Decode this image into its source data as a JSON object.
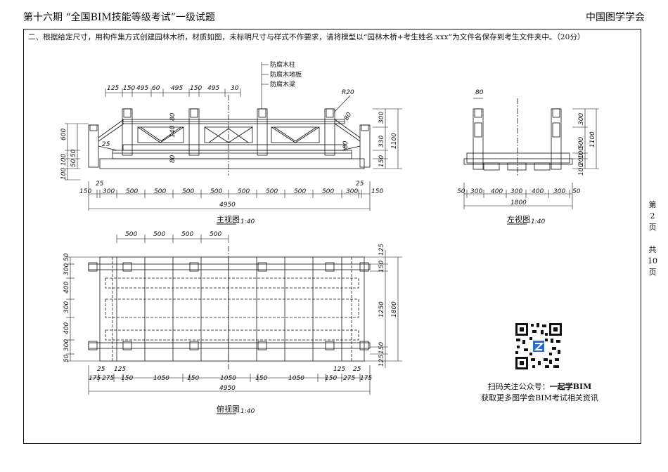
{
  "header": {
    "left": "第十六期  “全国BIM技能等级考试”一级试题",
    "right": "中国图学学会"
  },
  "question": "二、根据给定尺寸，用构件集方式创建园林木桥，材质如图，未标明尺寸与样式不作要求，请将模型以“园林木桥+考生姓名.xxx”为文件名保存到考生文件夹中。（20分）",
  "side_page": {
    "chars": [
      "第",
      "2",
      "页",
      "",
      "共",
      "10",
      "页"
    ]
  },
  "views": {
    "front": {
      "title": "主视图",
      "scale": "1:40"
    },
    "left": {
      "title": "左视图",
      "scale": "1:40"
    },
    "top": {
      "title": "俯视图",
      "scale": "1:40"
    }
  },
  "materials": [
    "防腐木柱",
    "防腐木地板",
    "防腐木梁"
  ],
  "radius_label": "R20",
  "front_dims": {
    "top_row": [
      "125",
      "150",
      "495",
      "60",
      "495",
      "150",
      "495",
      "30"
    ],
    "bottom_row": [
      "150",
      "300",
      "500",
      "500",
      "500",
      "500",
      "500",
      "500",
      "500",
      "500",
      "300",
      "150"
    ],
    "top_25": "25",
    "total": "4950",
    "left_side": [
      "600",
      "100",
      "50",
      "50",
      "100"
    ],
    "right_side": [
      "300",
      "330",
      "150",
      "1100"
    ],
    "inner": [
      "80",
      "140",
      "25",
      "80",
      "80",
      "80"
    ]
  },
  "left_dims": {
    "top": "80",
    "bottom_row": [
      "50",
      "300",
      "400",
      "300",
      "400",
      "300",
      "50"
    ],
    "total": "1800",
    "right_side": [
      "300",
      "500",
      "100",
      "200",
      "100",
      "1100"
    ]
  },
  "top_dims": {
    "top_row": [
      "500",
      "500",
      "500",
      "500"
    ],
    "left_side": [
      "50",
      "300",
      "400",
      "300",
      "400",
      "300",
      "50"
    ],
    "right_side": [
      "125",
      "150",
      "1250",
      "150",
      "125",
      "1800"
    ],
    "bottom_small": [
      "25",
      "125",
      "125",
      "25"
    ],
    "bottom_row": [
      "175",
      "275",
      "150",
      "1050",
      "150",
      "1050",
      "150",
      "1050",
      "150",
      "275",
      "175"
    ],
    "total": "4950"
  },
  "promo": {
    "line1_prefix": "扫码关注公众号：",
    "line1_brand": "一起学BIM",
    "line2": "获取更多图学会BIM考试相关资讯"
  }
}
